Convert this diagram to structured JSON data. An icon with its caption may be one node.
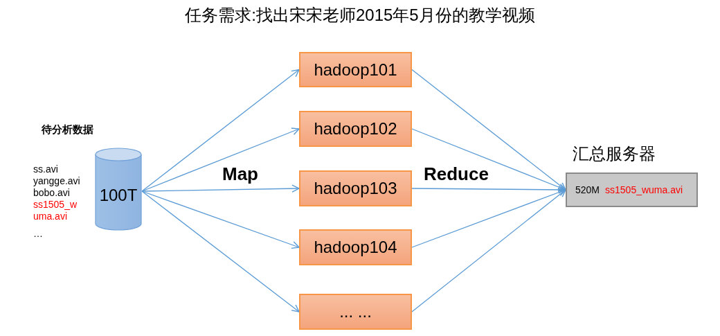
{
  "diagram": {
    "title": "任务需求:找出宋宋老师2015年5月份的教学视频",
    "nodes": [
      {
        "text": [
          "100T"
        ]
      },
      {
        "text": [
          "hadoop101"
        ]
      },
      {
        "text": [
          "hadoop102"
        ]
      },
      {
        "text": [
          "hadoop103"
        ]
      },
      {
        "text": [
          "hadoop104"
        ]
      },
      {
        "text": [
          "... ..."
        ]
      },
      {
        "text": [
          "汇总服务器",
          "520M",
          "ss1505_wuma.avi"
        ]
      }
    ],
    "edges": [
      {
        "from": 0,
        "to": 1,
        "arrow": "to"
      },
      {
        "from": 0,
        "to": 2,
        "arrow": "to"
      },
      {
        "from": 0,
        "to": 3,
        "arrow": "to"
      },
      {
        "from": 0,
        "to": 4,
        "arrow": "to"
      },
      {
        "from": 0,
        "to": 5,
        "arrow": "to"
      },
      {
        "from": 1,
        "to": 6,
        "arrow": "to"
      },
      {
        "from": 2,
        "to": 6,
        "arrow": "to"
      },
      {
        "from": 3,
        "to": 6,
        "arrow": "to"
      },
      {
        "from": 4,
        "to": 6,
        "arrow": "to"
      },
      {
        "from": 5,
        "to": 6,
        "arrow": "to"
      }
    ],
    "labels": [
      "待分析数据",
      "ss.avi",
      "yangge.avi",
      "bobo.avi",
      "ss1505_wuma.avi",
      "…",
      "Map",
      "Reduce"
    ]
  }
}
